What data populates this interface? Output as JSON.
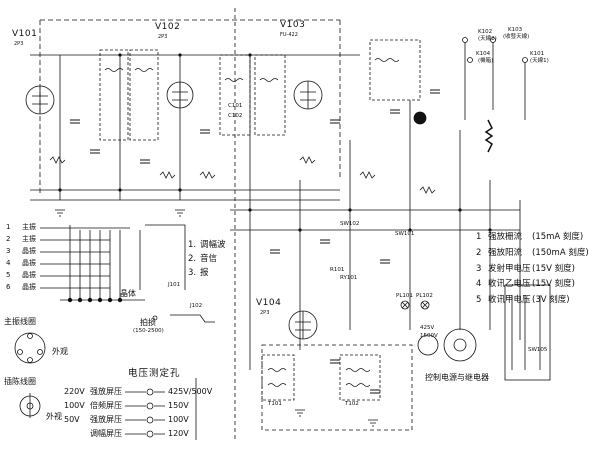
{
  "tubes": {
    "v101": {
      "name": "V101",
      "model": "2P3"
    },
    "v102": {
      "name": "V102",
      "model": "2P3"
    },
    "v103": {
      "name": "V103",
      "model": "FU-422"
    },
    "v104": {
      "name": "V104",
      "model": "2P3"
    }
  },
  "switches": {
    "k102": {
      "name": "K102",
      "sub": "(天線2)"
    },
    "k103": {
      "name": "K103",
      "sub": "(收發天線)"
    },
    "k104": {
      "name": "K104",
      "sub": "(機箱)"
    },
    "k101": {
      "name": "K101",
      "sub": "(天線1)"
    }
  },
  "left_terminals": [
    {
      "num": "1",
      "label": "主振"
    },
    {
      "num": "2",
      "label": "主振"
    },
    {
      "num": "3",
      "label": "晶振"
    },
    {
      "num": "4",
      "label": "晶振"
    },
    {
      "num": "5",
      "label": "晶振"
    },
    {
      "num": "6",
      "label": "晶振"
    }
  ],
  "crystal_label": "晶体",
  "mode_list": [
    {
      "num": "1.",
      "label": "调幅波"
    },
    {
      "num": "2.",
      "label": "音信"
    },
    {
      "num": "3.",
      "label": "报"
    }
  ],
  "key_label": "拍损",
  "key_sub": "(150-2500)",
  "right_legend": [
    {
      "num": "1",
      "label": "强放栅流",
      "range": "(15mA 刻度)"
    },
    {
      "num": "2",
      "label": "强放阳流",
      "range": "(150mA 刻度)"
    },
    {
      "num": "3",
      "label": "发射甲电压",
      "range": "(15V 刻度)"
    },
    {
      "num": "4",
      "label": "收讯乙电压",
      "range": "(15V 刻度)"
    },
    {
      "num": "5",
      "label": "收讯甲电压",
      "range": "(3V 刻度)"
    }
  ],
  "crystal_socket": {
    "title": "主振线圈",
    "pinout": "外观"
  },
  "crystal_front": {
    "title": "插陈线圈",
    "pinout": "外视"
  },
  "voltage_table": {
    "title": "电压测定孔",
    "rows": [
      {
        "input": "220V",
        "desc": "强放屏压",
        "value": "425V/500V"
      },
      {
        "input": "100V",
        "desc": "倍频屏压",
        "value": "150V"
      },
      {
        "input": "50V",
        "desc": "强放屏压",
        "value": "100V"
      },
      {
        "input": "",
        "desc": "调幅屏压",
        "value": "120V"
      }
    ]
  },
  "relay_label": "控制电源与继电器",
  "misc": {
    "r101": "R101",
    "ry101": "RY101",
    "sw101": "SW101",
    "sw102": "SW102",
    "sw105": "SW105",
    "c101": "C101",
    "c102": "C102",
    "j101": "J101",
    "j102": "J102",
    "t101": "T101",
    "t102": "T102",
    "v_425": "425V",
    "v_1500": "1500V",
    "pl101": "PL101",
    "pl102": "PL102"
  }
}
